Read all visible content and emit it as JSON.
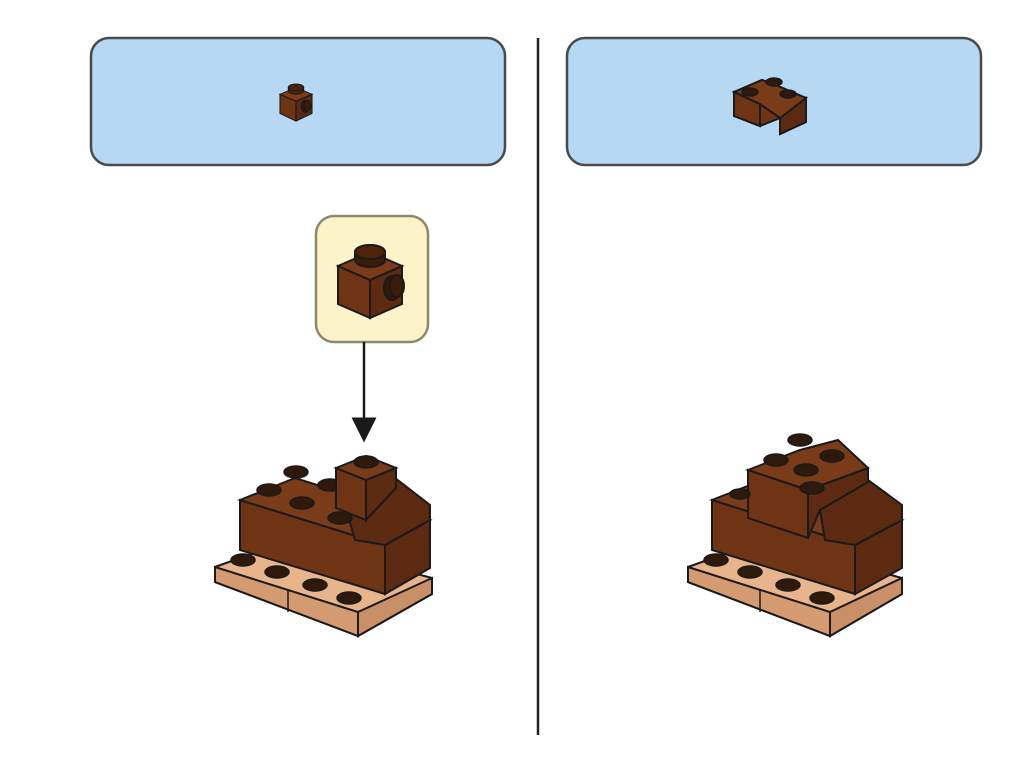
{
  "palette": {
    "parts_bar_fill": "#b6d8f2",
    "parts_bar_stroke": "#4a4a4a",
    "callout_fill": "#fdf3c9",
    "callout_stroke": "#8a8a6a",
    "brick_dark_brown": "#6e3414",
    "brick_dark_brown_shade": "#4d230c",
    "brick_dark_brown_side": "#5c2a10",
    "plate_tan": "#e8b48c",
    "plate_tan_shade": "#c98f66",
    "stud_dark": "#2f190c",
    "outline": "#1a1a1a",
    "divider": "#222222",
    "arrow": "#1a1a1a"
  },
  "steps": [
    {
      "parts_needed": [
        {
          "part": "brick-1x1-with-side-stud",
          "color": "dark-brown",
          "quantity": 1
        }
      ],
      "callout_part": "brick-1x1-with-side-stud",
      "has_arrow": true
    },
    {
      "parts_needed": [
        {
          "part": "corner-plate-2x2",
          "color": "dark-brown",
          "quantity": 1
        }
      ],
      "has_arrow": false
    }
  ]
}
